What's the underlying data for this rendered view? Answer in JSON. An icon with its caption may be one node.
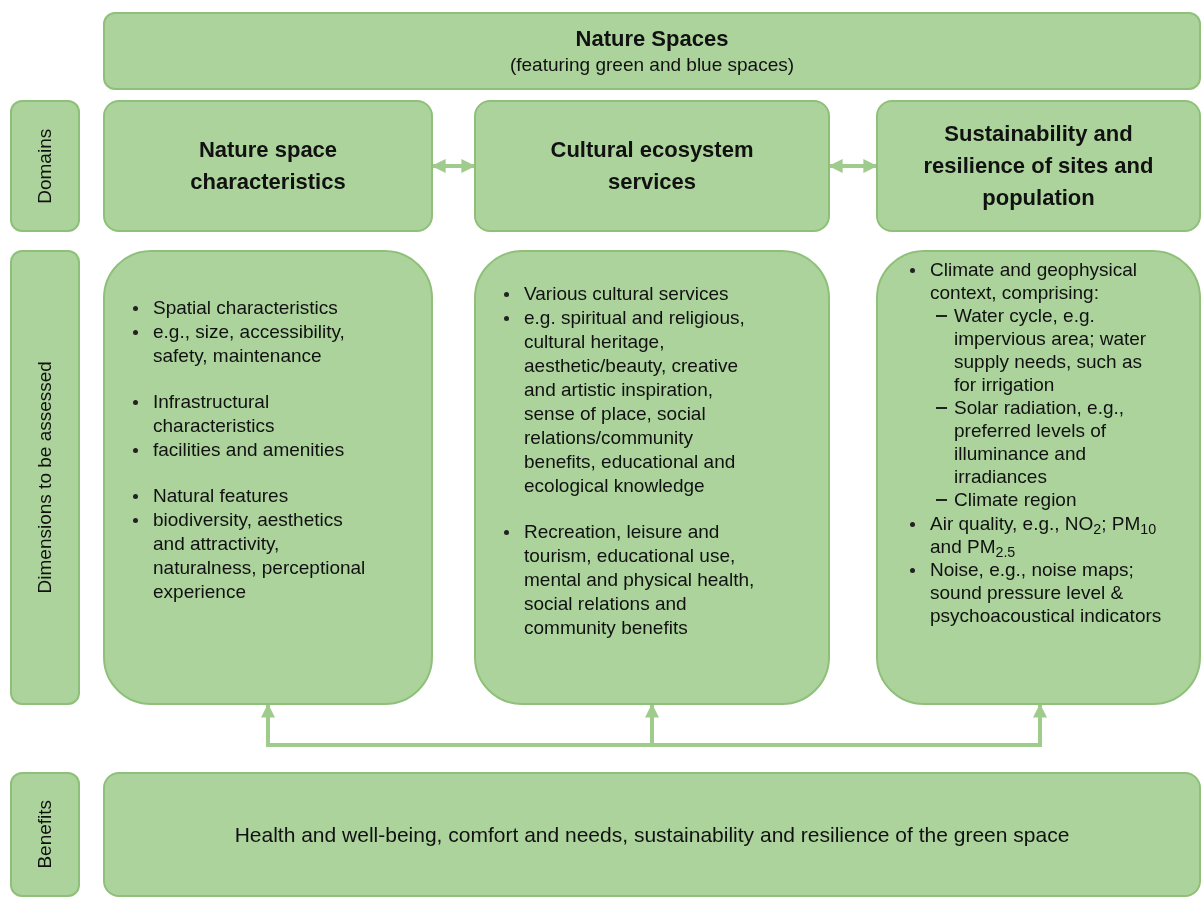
{
  "diagram": {
    "nodes": [
      {
        "text": [
          "Nature Spaces",
          "(featuring green and blue spaces)"
        ]
      },
      {
        "text": [
          "Domains"
        ]
      },
      {
        "text": [
          "Nature space characteristics"
        ]
      },
      {
        "text": [
          "Cultural ecosystem services"
        ]
      },
      {
        "text": [
          "Sustainability and resilience of sites and population"
        ]
      },
      {
        "text": [
          "Dimensions to be assessed"
        ]
      },
      {
        "text": [
          "Spatial characteristics",
          "e.g., size, accessibility, safety, maintenance",
          "Infrastructural characteristics",
          "facilities and amenities",
          "Natural features",
          "biodiversity, aesthetics and attractivity, naturalness, perceptional experience"
        ]
      },
      {
        "text": [
          "Various cultural services",
          "e.g. spiritual and religious, cultural heritage, aesthetic/beauty, creative and artistic inspiration, sense of place, social relations/community benefits, educational and ecological knowledge",
          "Recreation, leisure and tourism, educational use, mental and physical health, social relations and community benefits"
        ]
      },
      {
        "text": [
          "Climate and geophysical context, comprising:",
          "Water cycle, e.g. impervious area; water supply needs, such as for irrigation",
          "Solar radiation, e.g., preferred levels of illuminance and irradiances",
          "Climate region",
          "Air quality, e.g., NO$_{2}$; PM$_{10}$ and PM$_{2.5}$",
          "Noise, e.g., noise maps; sound pressure level & psychoacoustical indicators"
        ]
      },
      {
        "text": [
          "Benefits"
        ]
      },
      {
        "text": [
          "Health and well-being, comfort and needs, sustainability and resilience of the green space"
        ]
      }
    ],
    "edges": [
      {
        "from": 2,
        "to": 3,
        "arrow": "both"
      },
      {
        "from": 3,
        "to": 4,
        "arrow": "both"
      },
      {
        "from": null,
        "to": 6,
        "arrow": "to"
      },
      {
        "from": null,
        "to": 7,
        "arrow": "to"
      },
      {
        "from": null,
        "to": 8,
        "arrow": "to"
      }
    ]
  }
}
